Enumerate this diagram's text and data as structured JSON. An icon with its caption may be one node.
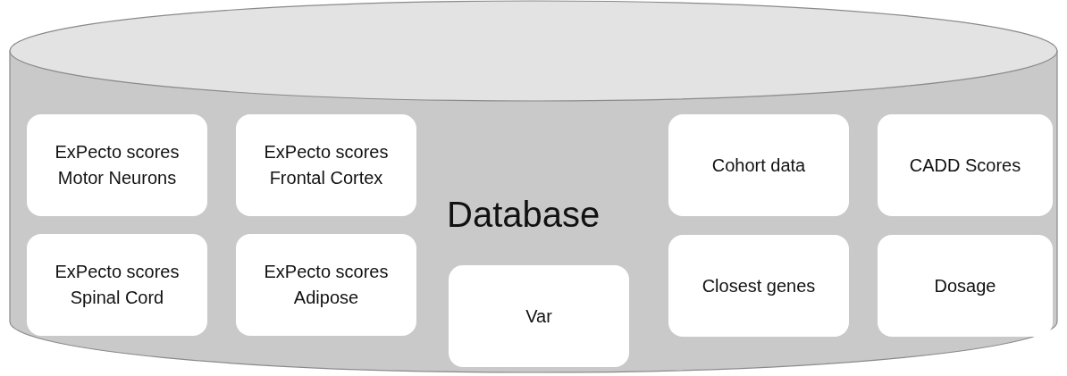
{
  "diagram": {
    "nodes": [
      {
        "text": [
          "Database"
        ]
      },
      {
        "text": [
          "ExPecto scores Motor Neurons"
        ],
        "in": 0
      },
      {
        "text": [
          "ExPecto scores Frontal Cortex"
        ],
        "in": 0
      },
      {
        "text": [
          "Cohort data"
        ],
        "in": 0
      },
      {
        "text": [
          "CADD Scores"
        ],
        "in": 0
      },
      {
        "text": [
          "ExPecto scores Spinal Cord"
        ],
        "in": 0
      },
      {
        "text": [
          "ExPecto scores Adipose"
        ],
        "in": 0
      },
      {
        "text": [
          "Closest genes"
        ],
        "in": 0
      },
      {
        "text": [
          "Dosage"
        ],
        "in": 0
      },
      {
        "text": [
          "Var"
        ],
        "in": 0
      }
    ]
  }
}
